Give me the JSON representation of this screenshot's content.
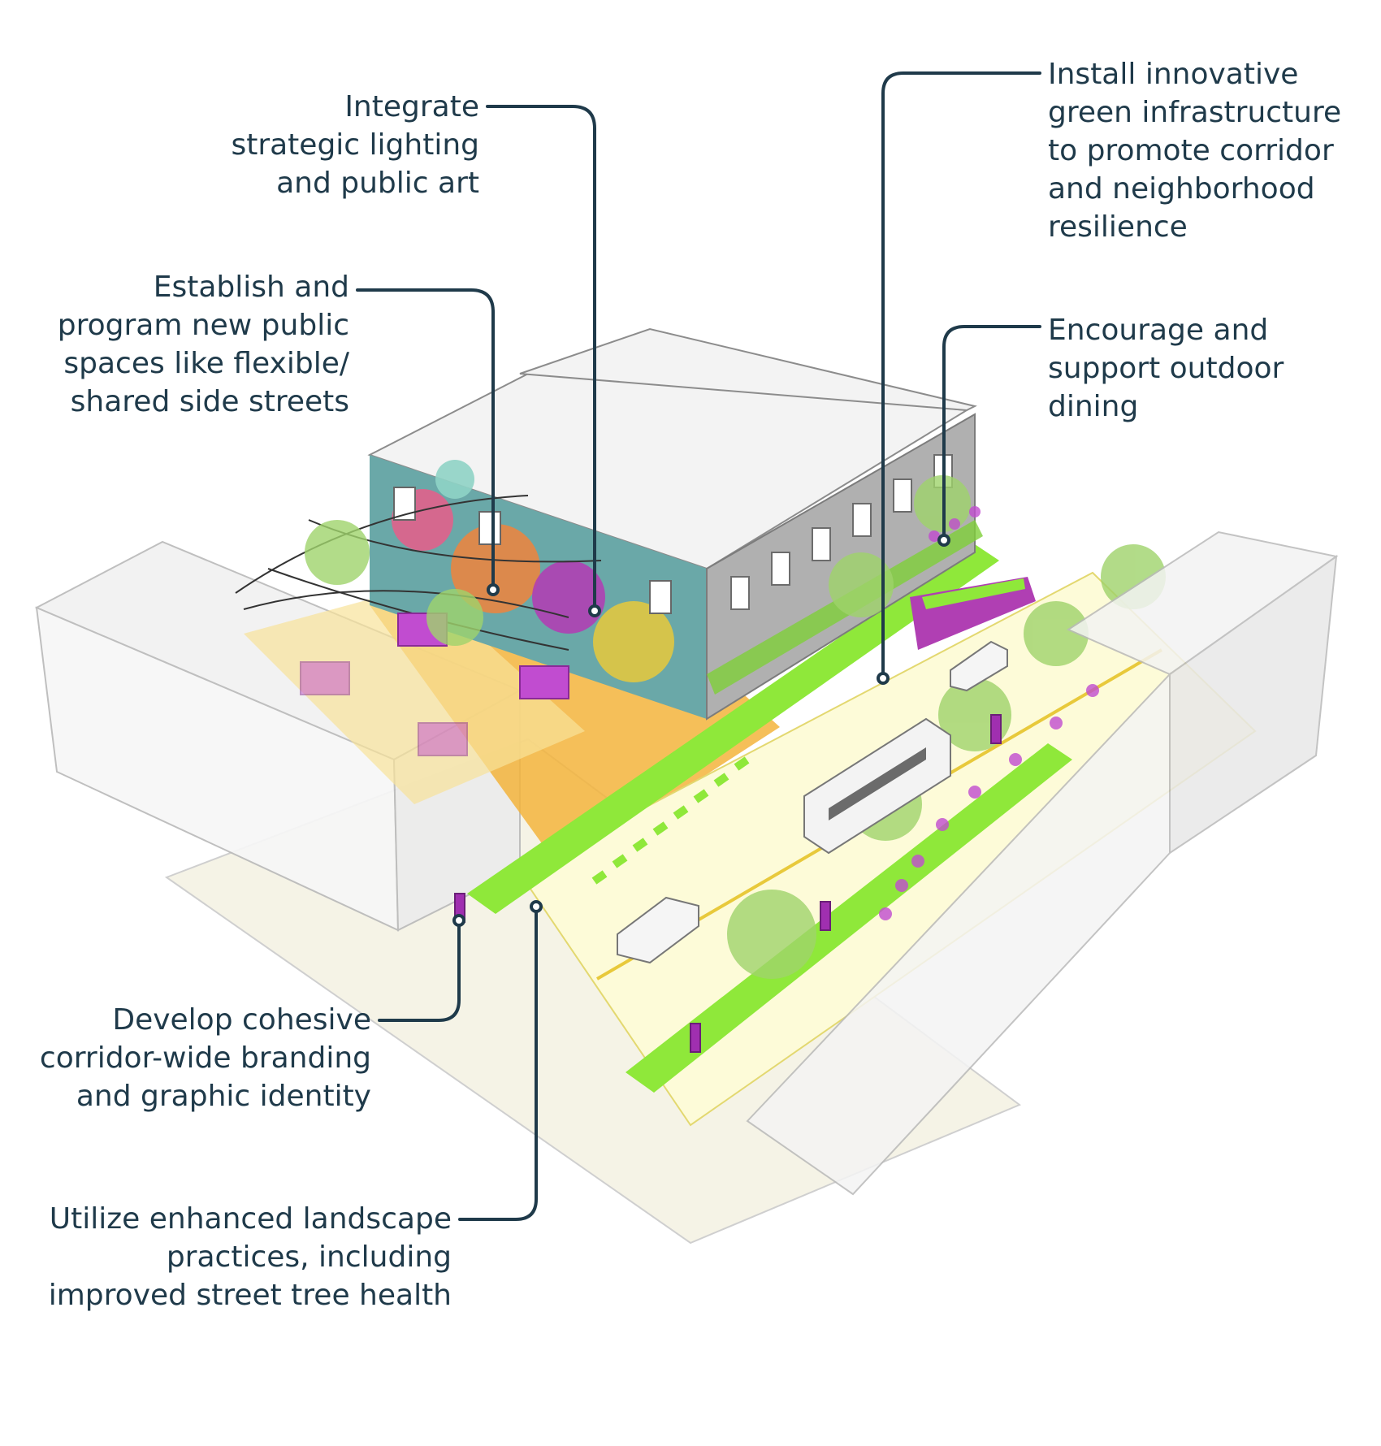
{
  "callouts": {
    "lighting_art": "Integrate\nstrategic lighting\nand public art",
    "public_spaces": "Establish and\nprogram new public\nspaces like flexible/\nshared side streets",
    "green_infrastructure": "Install innovative\ngreen infrastructure\nto promote corridor\nand neighborhood\nresilience",
    "outdoor_dining": "Encourage and\nsupport outdoor\ndining",
    "branding": "Develop cohesive\ncorridor-wide branding\nand graphic identity",
    "landscape": "Utilize enhanced landscape\npractices, including\nimproved street tree health"
  },
  "colors": {
    "leader_line": "#1f3a4a",
    "callout_text": "#1f3a4a",
    "accent_magenta": "#a02fb0",
    "bike_lane_green": "#8fe83a",
    "plaza_orange": "#f3b43c",
    "sidewalk_yellow": "#fbf2a8",
    "road": "#fdfbd8",
    "building_gray": "#a9a9a9"
  },
  "illustration": {
    "type": "isometric-streetscape",
    "elements": [
      "mural-building",
      "rowhouses",
      "string-lights",
      "food-kiosks",
      "plaza",
      "bus",
      "cars",
      "bike-lanes",
      "crosswalk",
      "street-trees",
      "parklet",
      "outdoor-dining-tables",
      "banner-poles",
      "benches",
      "translucent-buildings"
    ]
  }
}
